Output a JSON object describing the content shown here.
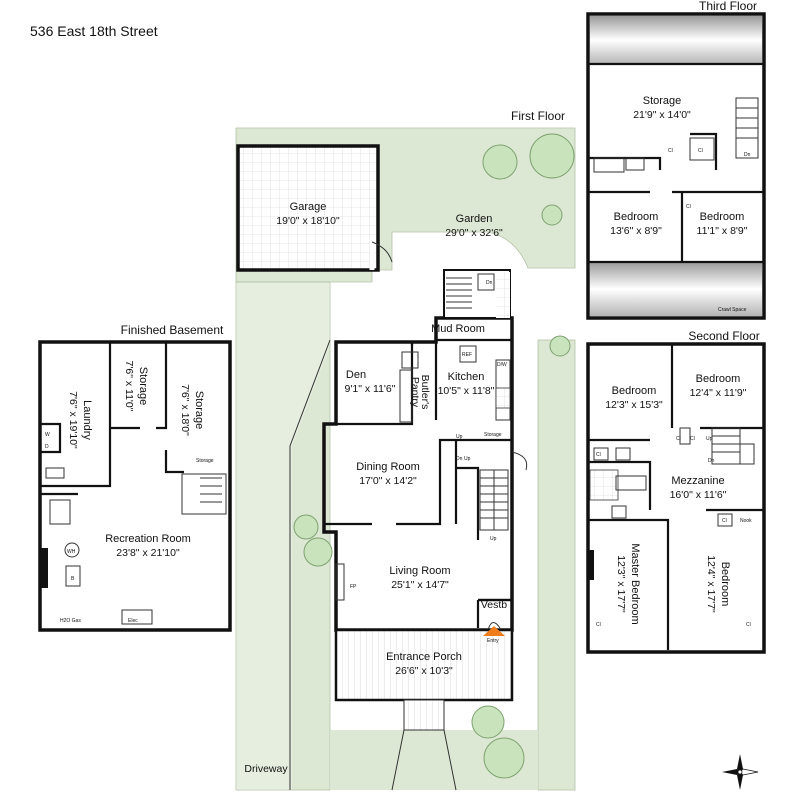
{
  "title": "536 East 18th Street",
  "floors": {
    "third": "Third Floor",
    "second": "Second Floor",
    "first": "First Floor",
    "basement": "Finished Basement"
  },
  "rooms": {
    "storage_3": {
      "name": "Storage",
      "dim": "21'9\" x 14'0\""
    },
    "bedroom_3a": {
      "name": "Bedroom",
      "dim": "13'6\" x 8'9\""
    },
    "bedroom_3b": {
      "name": "Bedroom",
      "dim": "11'1\" x 8'9\""
    },
    "bedroom_2a": {
      "name": "Bedroom",
      "dim": "12'3\" x 15'3\""
    },
    "bedroom_2b": {
      "name": "Bedroom",
      "dim": "12'4\" x 11'9\""
    },
    "mezzanine": {
      "name": "Mezzanine",
      "dim": "16'0\" x 11'6\""
    },
    "master_bedroom": {
      "name": "Master Bedroom",
      "dim": "12'3\" x 17'7\""
    },
    "bedroom_2c": {
      "name": "Bedroom",
      "dim": "12'4\" x 17'7\""
    },
    "garage": {
      "name": "Garage",
      "dim": "19'0\" x 18'10\""
    },
    "garden": {
      "name": "Garden",
      "dim": "29'0\" x 32'6\""
    },
    "mud_room": {
      "name": "Mud Room"
    },
    "den": {
      "name": "Den",
      "dim": "9'1\" x 11'6\""
    },
    "butlers_pantry": {
      "name": "Butler's",
      "name2": "Pantry"
    },
    "kitchen": {
      "name": "Kitchen",
      "dim": "10'5\" x 11'8\""
    },
    "dining_room": {
      "name": "Dining Room",
      "dim": "17'0\" x 14'2\""
    },
    "living_room": {
      "name": "Living Room",
      "dim": "25'1\" x 14'7\""
    },
    "vestb": {
      "name": "Vestb"
    },
    "entrance_porch": {
      "name": "Entrance Porch",
      "dim": "26'6\" x 10'3\""
    },
    "driveway": {
      "name": "Driveway"
    },
    "laundry": {
      "name": "Laundry",
      "dim": "7'6\" x 19'10\""
    },
    "storage_b1": {
      "name": "Storage",
      "dim": "7'6\" x 11'0\""
    },
    "storage_b2": {
      "name": "Storage",
      "dim": "7'6\" x 18'0\""
    },
    "recreation_room": {
      "name": "Recreation Room",
      "dim": "23'8\" x 21'10\""
    }
  },
  "small_labels": {
    "cl": "Cl",
    "dn": "Dn",
    "up": "Up",
    "nook": "Nook",
    "crawl_space": "Crawl Space",
    "storage": "Storage",
    "fp": "FP",
    "ref": "REF",
    "dw": "D/W",
    "entry": "Entry",
    "wh": "WH",
    "b": "B",
    "w": "W",
    "d": "D",
    "h2o_gas": "H2O Gas",
    "elec": "Elec"
  },
  "colors": {
    "lawn": "#dde8d4",
    "tree": "#c9e3bd",
    "tree_stroke": "#7ea270",
    "entry_marker": "#f07d1c"
  },
  "icons": [
    "tree-icon",
    "compass-icon",
    "stairs-icon",
    "entry-arrow-icon"
  ]
}
